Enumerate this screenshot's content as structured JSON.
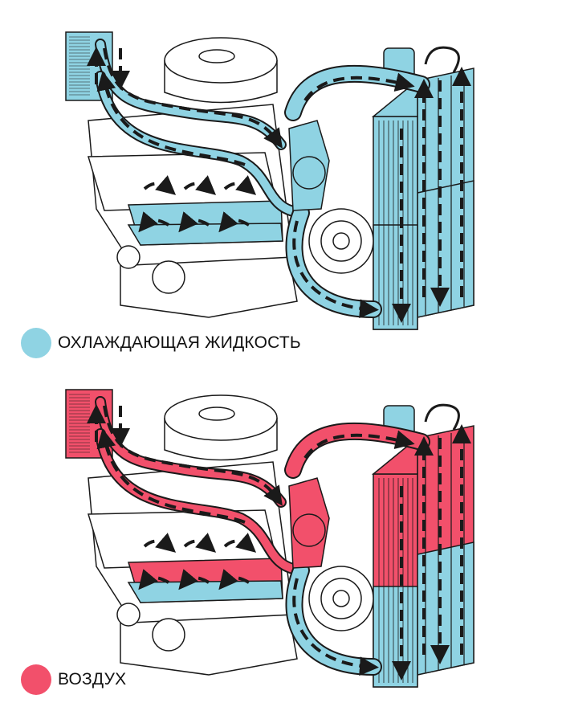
{
  "colors": {
    "coolant": "#8fd3e3",
    "air": "#f2506b",
    "outline": "#1a1a1a"
  },
  "panels": [
    {
      "id": "coolant-panel",
      "legend_label": "ОХЛАЖДАЮЩАЯ ЖИДКОСТЬ",
      "legend_color": "#8fd3e3"
    },
    {
      "id": "air-panel",
      "legend_label": "ВОЗДУХ",
      "legend_color": "#f2506b"
    }
  ]
}
